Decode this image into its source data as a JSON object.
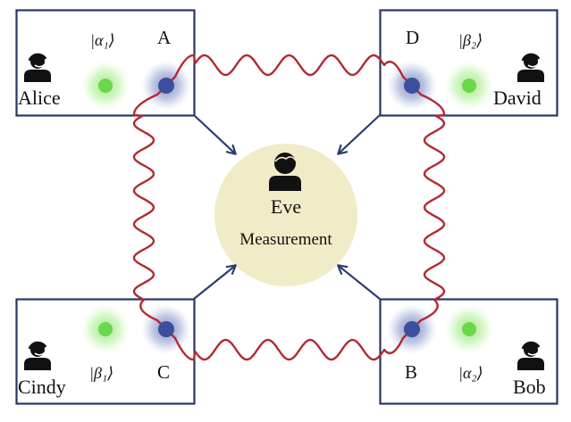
{
  "colors": {
    "box_border": "#2a3566",
    "wavy": "#b02a34",
    "arrow": "#2e3c6e",
    "blue_node": "#3c4f9c",
    "blue_glow": "#8595c8",
    "green_node": "#6ad84a",
    "green_glow": "#a6ee88",
    "eve_circle": "#f1ecc8",
    "person": "#111111"
  },
  "parties": {
    "alice": {
      "name": "Alice",
      "state": "|α₁⟩",
      "node": "A"
    },
    "david": {
      "name": "David",
      "state": "|β₂⟩",
      "node": "D"
    },
    "cindy": {
      "name": "Cindy",
      "state": "|β₁⟩",
      "node": "C"
    },
    "bob": {
      "name": "Bob",
      "state": "|α₂⟩",
      "node": "B"
    }
  },
  "eve": {
    "name": "Eve",
    "label": "Measurement"
  },
  "icons": {
    "party": "user-headset-icon",
    "eve": "user-icon"
  },
  "links": [
    {
      "from": "A",
      "to": "D",
      "type": "entanglement"
    },
    {
      "from": "A",
      "to": "C",
      "type": "entanglement"
    },
    {
      "from": "D",
      "to": "B",
      "type": "entanglement"
    },
    {
      "from": "C",
      "to": "B",
      "type": "entanglement"
    },
    {
      "from": "A",
      "to": "Eve",
      "type": "measurement"
    },
    {
      "from": "D",
      "to": "Eve",
      "type": "measurement"
    },
    {
      "from": "C",
      "to": "Eve",
      "type": "measurement"
    },
    {
      "from": "B",
      "to": "Eve",
      "type": "measurement"
    }
  ]
}
